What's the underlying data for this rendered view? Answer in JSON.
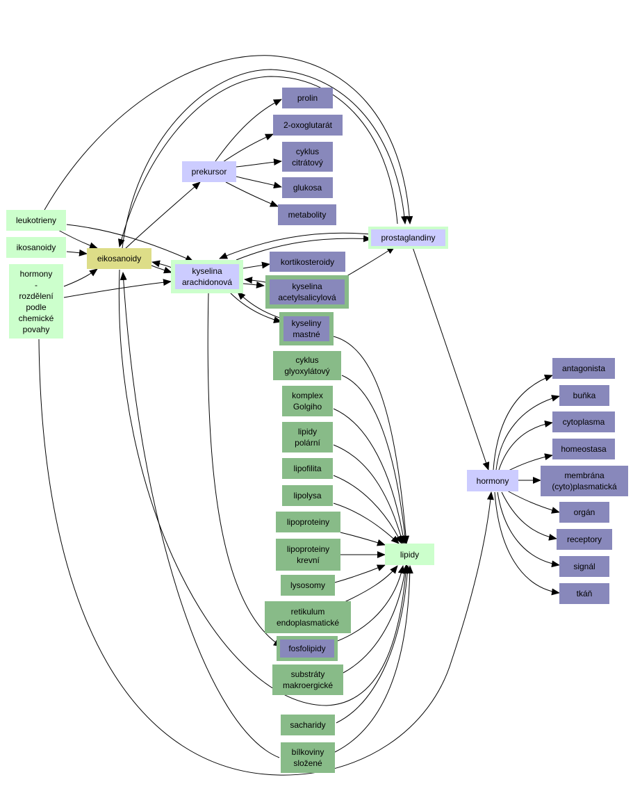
{
  "colors": {
    "purple": "#8888bb",
    "lavender": "#ccccff",
    "mint": "#ccffcc",
    "green": "#88bb88",
    "olive": "#dddd88",
    "edge": "#000000"
  },
  "nodes": {
    "prolin": "prolin",
    "oxoglutarat": "2-oxoglutarát",
    "cyklus_citratovy": "cyklus\ncitrátový",
    "prekursor": "prekursor",
    "glukosa": "glukosa",
    "metabolity": "metabolity",
    "leukotrieny": "leukotrieny",
    "ikosanoidy": "ikosanoidy",
    "hormony_rozdeleni": "hormony\n-\nrozdělení\npodle\nchemické\npovahy",
    "eikosanoidy": "eikosanoidy",
    "kyselina_arachidonova": "kyselina\narachidonová",
    "kortikosteroidy": "kortikosteroidy",
    "kyselina_acetylsalicylova": "kyselina\nacetylsalicylová",
    "prostaglandiny": "prostaglandiny",
    "kyseliny_mastne": "kyseliny\nmastné",
    "cyklus_glyoxylatovy": "cyklus\nglyoxylátový",
    "komplex_golgiho": "komplex\nGolgiho",
    "lipidy_polarni": "lipidy\npolární",
    "lipofilita": "lipofilita",
    "lipolysa": "lipolysa",
    "lipoproteiny": "lipoproteiny",
    "lipoproteiny_krevni": "lipoproteiny\nkrevní",
    "lysosomy": "lysosomy",
    "retikulum": "retikulum\nendoplasmatické",
    "fosfolipidy": "fosfolipidy",
    "substraty": "substráty\nmakroergické",
    "sacharidy": "sacharidy",
    "bilkoviny": "bílkoviny\nsložené",
    "lipidy": "lipidy",
    "hormony": "hormony",
    "antagonista": "antagonista",
    "bunka": "buňka",
    "cytoplasma": "cytoplasma",
    "homeostasa": "homeostasa",
    "membrana": "membrána\n(cyto)plasmatická",
    "organ": "orgán",
    "receptory": "receptory",
    "signal": "signál",
    "tkan": "tkáň"
  }
}
